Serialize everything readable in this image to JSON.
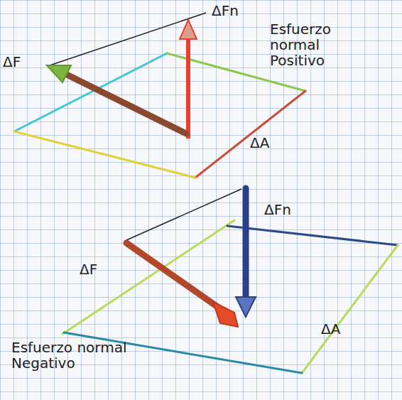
{
  "diagram": {
    "labels": [
      "ΔFn",
      "ΔF",
      "Esfuerzo normal Positivo",
      "ΔA",
      "ΔFn",
      "ΔF",
      "ΔA",
      "Esfuerzo normal Negativo"
    ]
  }
}
